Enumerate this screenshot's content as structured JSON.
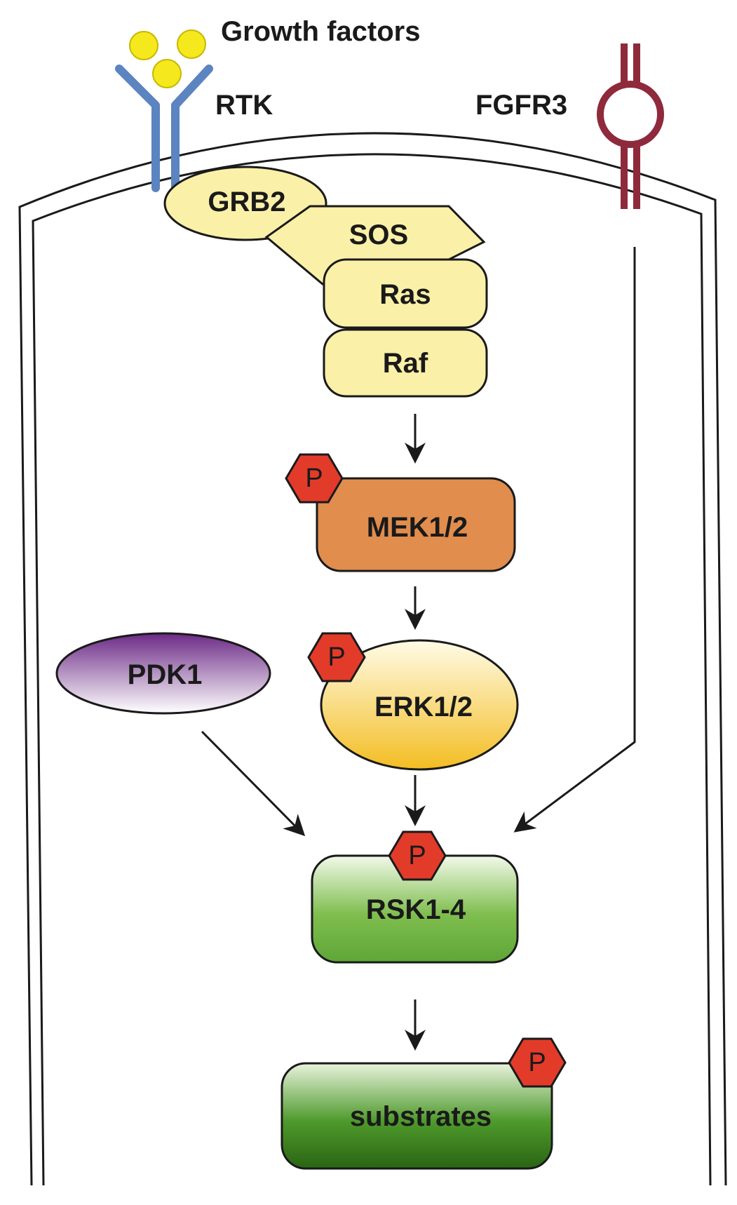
{
  "labels": {
    "growth_factors": "Growth factors",
    "rtk": "RTK",
    "fgfr3": "FGFR3"
  },
  "nodes": {
    "grb2": "GRB2",
    "sos": "SOS",
    "ras": "Ras",
    "raf": "Raf",
    "mek": "MEK1/2",
    "erk": "ERK1/2",
    "pdk1": "PDK1",
    "rsk": "RSK1-4",
    "substrates": "substrates"
  },
  "phospho_label": "P",
  "colors": {
    "ligand": "#f5e81c",
    "rtk_receptor": "#5b84c0",
    "fgfr3_receptor": "#8e2a3c",
    "adaptor_fill": "#faf0a8",
    "mek_fill": "#e08d4e",
    "phospho_fill": "#e33b2a",
    "pdk1_top": "#6c2a86",
    "erk_bottom": "#f3bd22",
    "rsk_fill": "#6db33f",
    "substrates_fill": "#3e7f1f"
  }
}
